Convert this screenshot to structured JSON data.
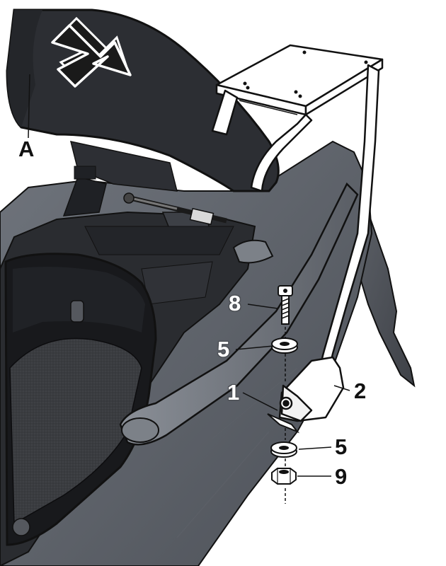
{
  "colors": {
    "body_dark": "#3b3e44",
    "body_mid": "#6e737b",
    "body_light": "#8e939b",
    "seat": "#2c2e33",
    "rack_metal": "#ffffff",
    "outline": "#111111",
    "background": "#ffffff"
  },
  "icons": {
    "arrow": "down-right-arrow-icon",
    "bolt": "bolt-icon",
    "washer": "washer-icon",
    "nut": "nut-icon"
  },
  "labels": {
    "seat": "A",
    "bolt": "8",
    "washer_top": "5",
    "grab_rail": "1",
    "rack": "2",
    "washer_bottom": "5",
    "nut": "9"
  }
}
